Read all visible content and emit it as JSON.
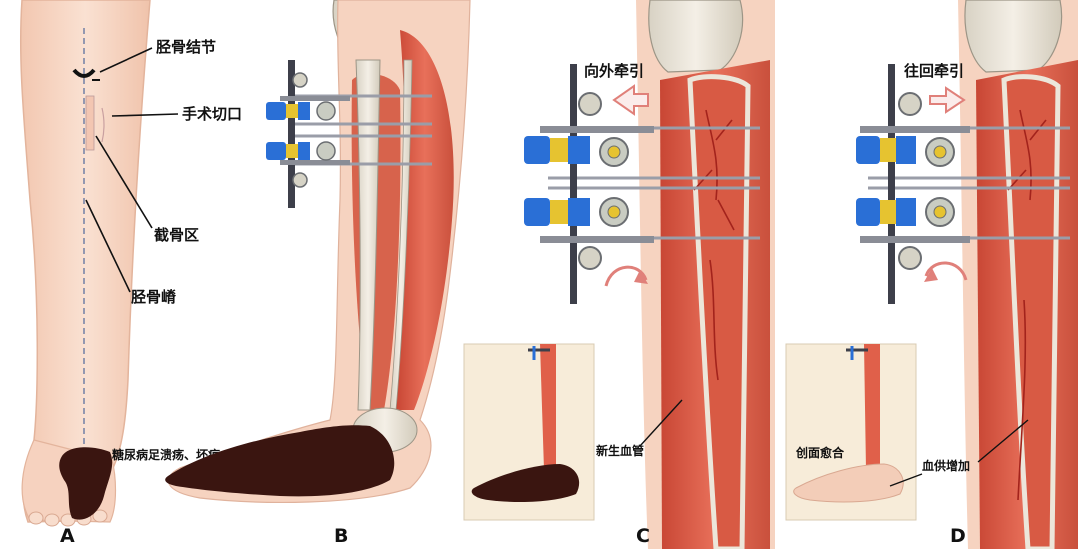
{
  "panels": [
    {
      "letter": "A"
    },
    {
      "letter": "B"
    },
    {
      "letter": "C"
    },
    {
      "letter": "D"
    }
  ],
  "panel_a": {
    "label_tibial_tuberosity": "胫骨结节",
    "label_incision": "手术切口",
    "label_osteotomy": "截骨区",
    "label_tibial_crest": "胫骨嵴",
    "label_ulcer": "糖尿病足溃疡、坏疽"
  },
  "panel_c": {
    "label_traction": "向外牵引",
    "label_new_vessels": "新生血管"
  },
  "panel_d": {
    "label_traction": "往回牵引",
    "label_wound_healed": "创面愈合",
    "label_blood_supply": "血供增加"
  },
  "colors": {
    "skin": "#f6d5c2",
    "muscle": "#e0604a",
    "bone": "#ece6da",
    "frame": "#3d3f4a",
    "clamp_blue": "#2a6fd6",
    "clamp_yellow": "#e6c330",
    "arrow": "#e0807a",
    "ulcer": "#3a1510"
  }
}
